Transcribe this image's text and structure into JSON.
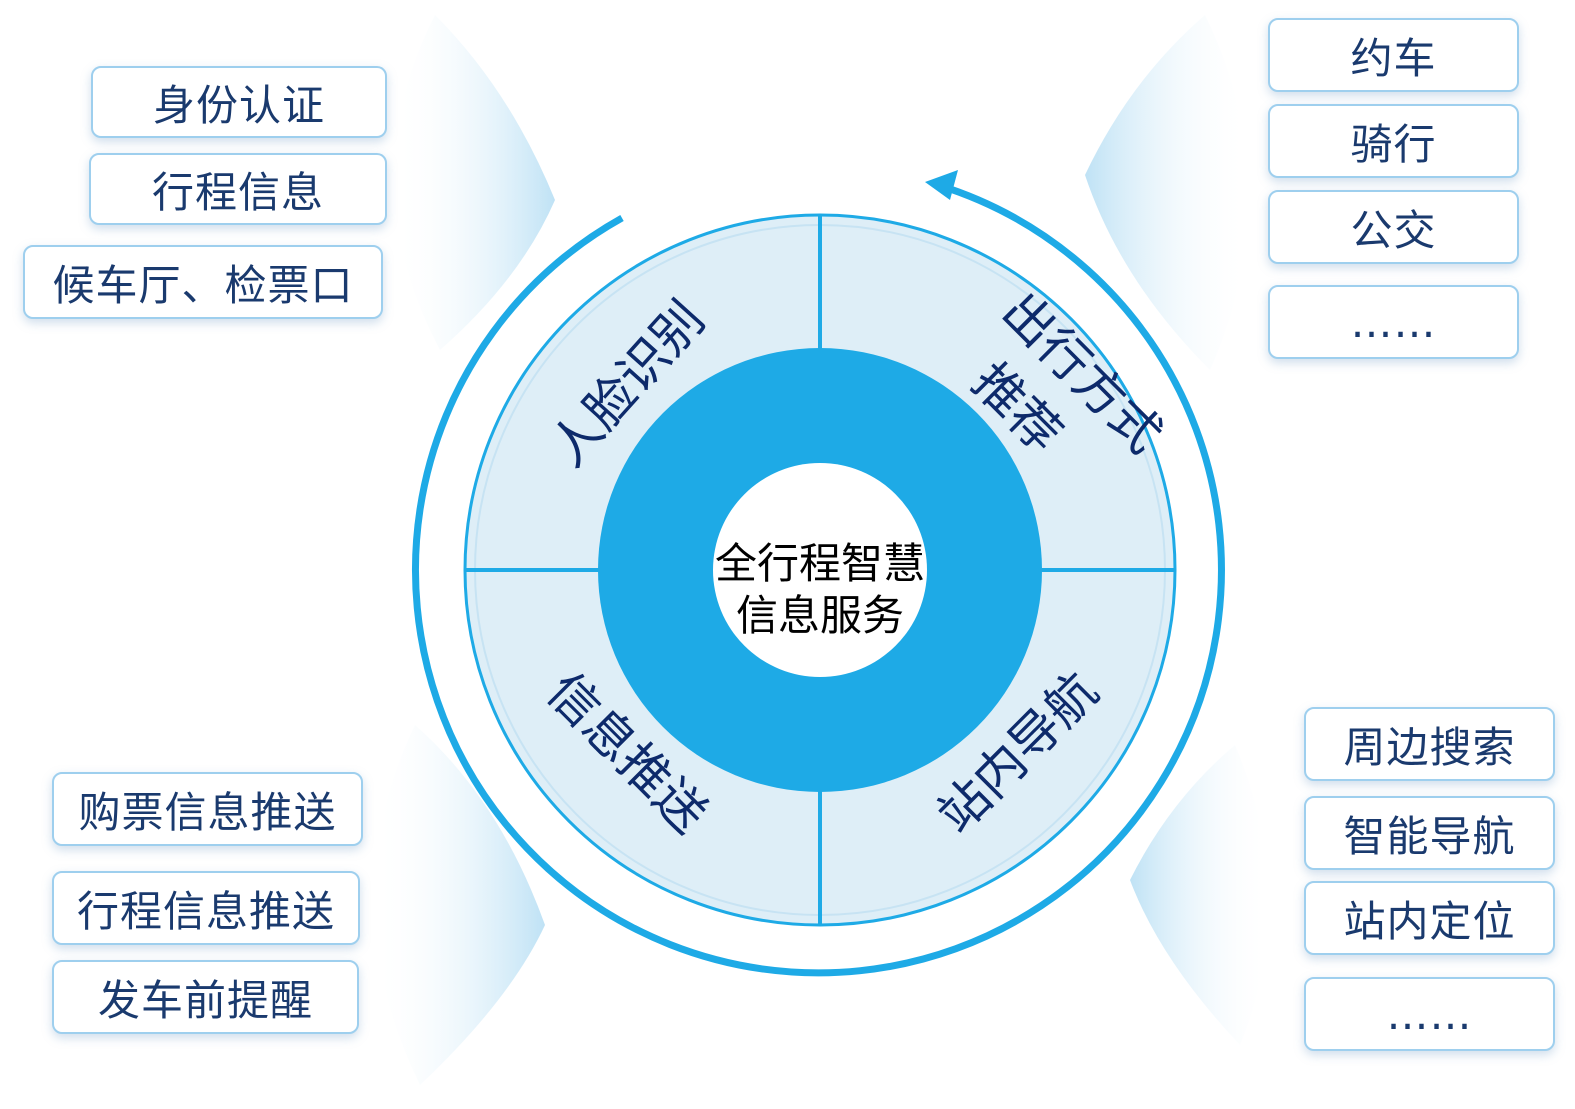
{
  "center": {
    "line1": "全行程智慧",
    "line2": "信息服务"
  },
  "segments": {
    "face": "人脸识别",
    "travel_line1": "出行方式",
    "travel_line2": "推荐",
    "push": "信息推送",
    "nav": "站内导航"
  },
  "groups": {
    "top_left": [
      "身份认证",
      "行程信息",
      "候车厅、检票口"
    ],
    "top_right": [
      "约车",
      "骑行",
      "公交",
      "……"
    ],
    "bottom_left": [
      "购票信息推送",
      "行程信息推送",
      "发车前提醒"
    ],
    "bottom_right": [
      "周边搜索",
      "智能导航",
      "站内定位",
      "……"
    ]
  },
  "colors": {
    "ring": "#1eaae6",
    "segment_fill": "#deeef7",
    "text": "#0d2a6b"
  }
}
